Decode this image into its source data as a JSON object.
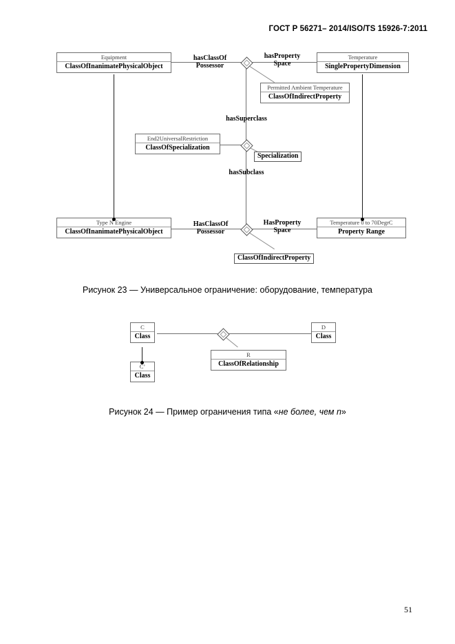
{
  "header": {
    "title": "ГОСТ Р 56271– 2014/ISO/TS 15926-7:2011"
  },
  "page_number": "51",
  "figures": [
    {
      "id": "figure-23",
      "caption": "Рисунок 23 — Универсальное ограничение: оборудование, температура",
      "nodes": [
        {
          "name": "equipment",
          "top": "Equipment",
          "bottom": "ClassOfInanimatePhysicalObject"
        },
        {
          "name": "temperature",
          "top": "Temperature",
          "bottom": "SinglePropertyDimension"
        },
        {
          "name": "permitted-ambient-temperature",
          "top": "Permitted\nAmbient Temperature",
          "bottom": "ClassOfIndirectProperty"
        },
        {
          "name": "end2-universal-restriction",
          "top": "End2UniversalRestriction",
          "bottom": "ClassOfSpecialization"
        },
        {
          "name": "specialization",
          "top": "",
          "bottom": "Specialization"
        },
        {
          "name": "type-n-engine",
          "top": "Type N Engine",
          "bottom": "ClassOfInanimatePhysicalObject"
        },
        {
          "name": "temperature-range",
          "top": "Temperature 0 to 70DegrC",
          "bottom": "Property Range"
        },
        {
          "name": "class-of-indirect-property",
          "top": "",
          "bottom": "ClassOfIndirectProperty"
        }
      ],
      "edge_labels": [
        {
          "name": "has-class-of-possessor-top",
          "text": "hasClassOf\nPossessor"
        },
        {
          "name": "has-property-space-top",
          "text": "hasProperty\nSpace"
        },
        {
          "name": "has-superclass",
          "text": "hasSuperclass"
        },
        {
          "name": "has-subclass",
          "text": "hasSubclass"
        },
        {
          "name": "has-class-of-possessor-bottom",
          "text": "HasClassOf\nPossessor"
        },
        {
          "name": "has-property-space-bottom",
          "text": "HasProperty\nSpace"
        }
      ]
    },
    {
      "id": "figure-24",
      "caption_prefix": "Рисунок 24 — Пример ограничения типа «",
      "caption_italic": "не более, чем n",
      "caption_suffix": "»",
      "nodes": [
        {
          "name": "class-c",
          "top": "C",
          "bottom": "Class"
        },
        {
          "name": "class-c-prime",
          "top": "C’",
          "bottom": "Class"
        },
        {
          "name": "class-d",
          "top": "D",
          "bottom": "Class"
        },
        {
          "name": "relationship-r",
          "top": "R",
          "bottom": "ClassOfRelationship"
        }
      ]
    }
  ]
}
